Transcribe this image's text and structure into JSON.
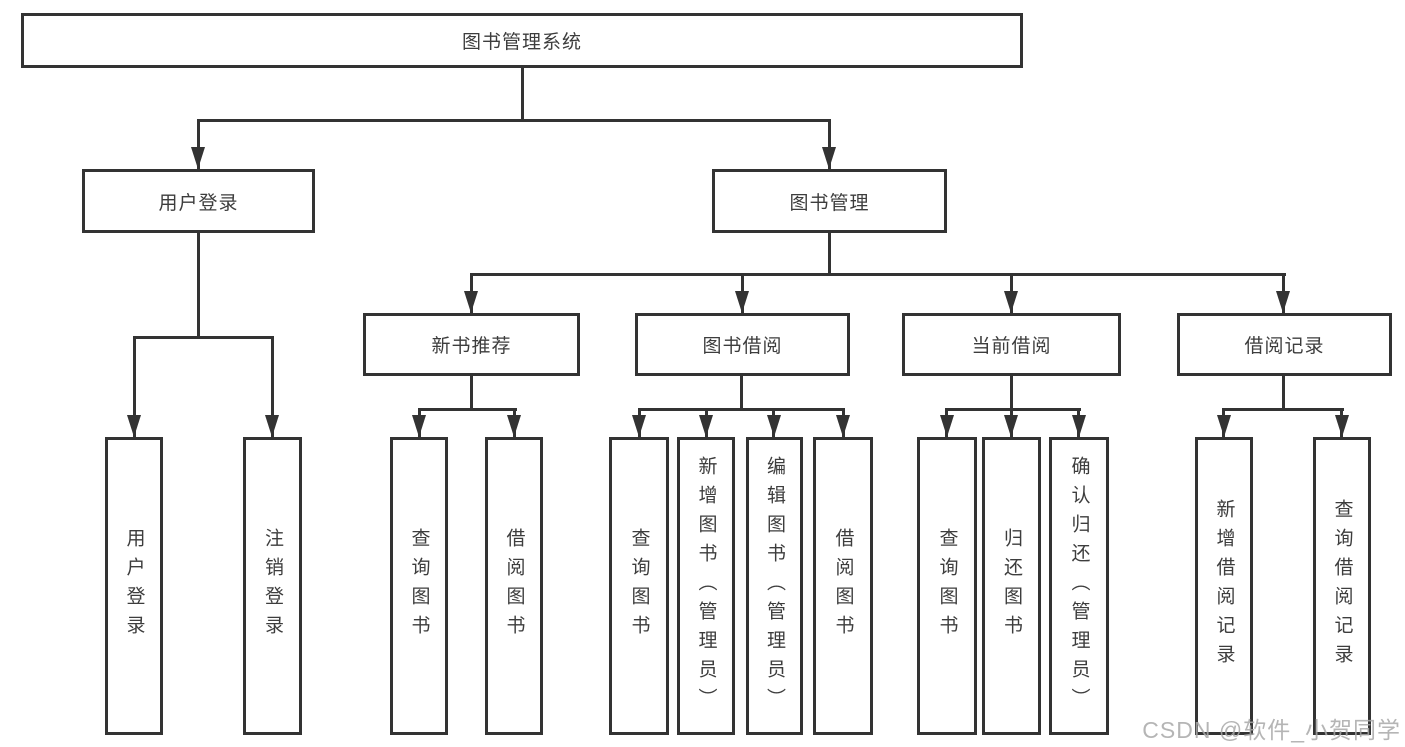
{
  "diagram": {
    "root": {
      "label": "图书管理系统"
    },
    "level2": {
      "user_login": {
        "label": "用户登录"
      },
      "book_management": {
        "label": "图书管理"
      }
    },
    "level3": {
      "new_book_recommend": {
        "label": "新书推荐"
      },
      "book_borrow": {
        "label": "图书借阅"
      },
      "current_borrow": {
        "label": "当前借阅"
      },
      "borrow_records": {
        "label": "借阅记录"
      }
    },
    "leaves": {
      "user_login_login": {
        "label": "用户登录"
      },
      "user_login_logout": {
        "label": "注销登录"
      },
      "nbr_query_book": {
        "label": "查询图书"
      },
      "nbr_borrow_book": {
        "label": "借阅图书"
      },
      "bb_query_book": {
        "label": "查询图书"
      },
      "bb_add_book_admin": {
        "label": "新增图书（管理员）"
      },
      "bb_edit_book_admin": {
        "label": "编辑图书（管理员）"
      },
      "bb_borrow_book": {
        "label": "借阅图书"
      },
      "cb_query_book": {
        "label": "查询图书"
      },
      "cb_return_book": {
        "label": "归还图书"
      },
      "cb_confirm_return_admin": {
        "label": "确认归还（管理员）"
      },
      "br_add_record": {
        "label": "新增借阅记录"
      },
      "br_query_record": {
        "label": "查询借阅记录"
      }
    },
    "watermark": "CSDN @软件_小贺同学",
    "colors": {
      "line": "#333333",
      "text": "#3d3d3d",
      "background": "#ffffff",
      "watermark": "#a8a8a8"
    }
  }
}
